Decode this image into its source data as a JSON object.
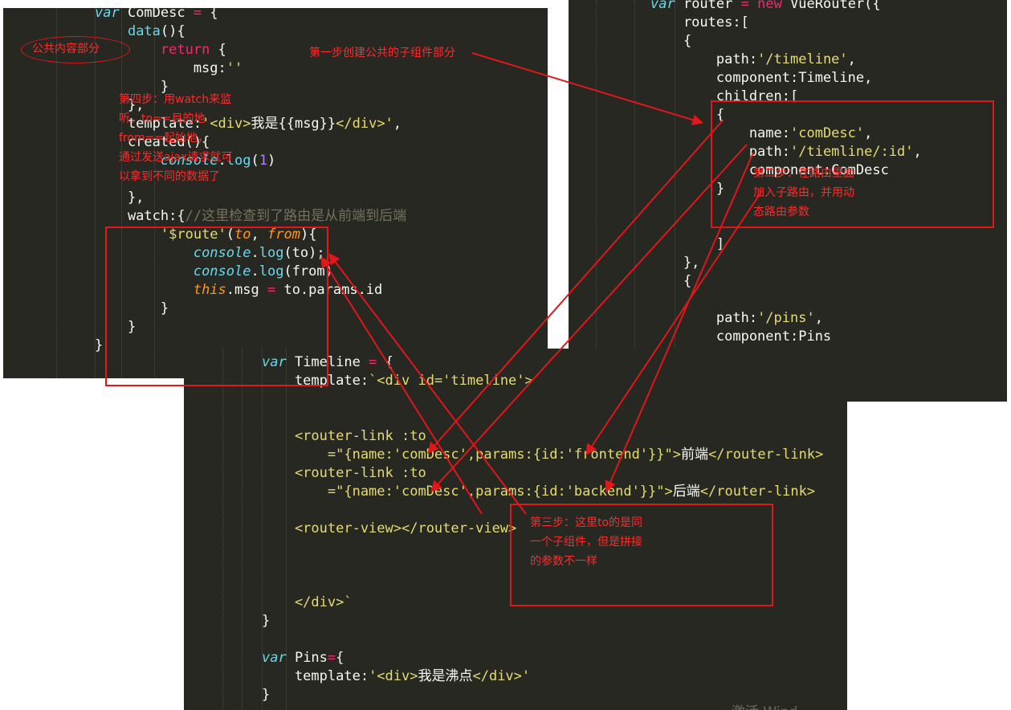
{
  "panels": {
    "comdesc": [
      [
        {
          "t": "var",
          "c": "it"
        },
        {
          "t": " ComDesc "
        },
        {
          "t": "=",
          "c": "kw"
        },
        {
          "t": " {"
        }
      ],
      [
        {
          "t": "    "
        },
        {
          "t": "data",
          "c": "fn"
        },
        {
          "t": "(){"
        }
      ],
      [
        {
          "t": "        "
        },
        {
          "t": "return",
          "c": "kw"
        },
        {
          "t": " {"
        }
      ],
      [
        {
          "t": "            msg:"
        },
        {
          "t": "''",
          "c": "st"
        }
      ],
      [
        {
          "t": "        }"
        }
      ],
      [
        {
          "t": "    },"
        }
      ],
      [
        {
          "t": "    template:"
        },
        {
          "t": "'<div>",
          "c": "st"
        },
        {
          "t": "我是{{msg}}"
        },
        {
          "t": "</div>'",
          "c": "st"
        },
        {
          "t": ","
        }
      ],
      [
        {
          "t": "    created(){"
        }
      ],
      [
        {
          "t": "        "
        },
        {
          "t": "console",
          "c": "it"
        },
        {
          "t": "."
        },
        {
          "t": "log",
          "c": "fn"
        },
        {
          "t": "("
        },
        {
          "t": "1",
          "c": "nu"
        },
        {
          "t": ")"
        }
      ],
      [
        {
          "t": ""
        }
      ],
      [
        {
          "t": "    },"
        }
      ],
      [
        {
          "t": "    watch:{"
        },
        {
          "t": "//这里检查到了路由是从前端到后端",
          "c": "cm"
        }
      ],
      [
        {
          "t": "        "
        },
        {
          "t": "'$route'",
          "c": "st"
        },
        {
          "t": "("
        },
        {
          "t": "to",
          "c": "pa"
        },
        {
          "t": ", "
        },
        {
          "t": "from",
          "c": "pa"
        },
        {
          "t": "){"
        }
      ],
      [
        {
          "t": "            "
        },
        {
          "t": "console",
          "c": "it"
        },
        {
          "t": "."
        },
        {
          "t": "log",
          "c": "fn"
        },
        {
          "t": "(to);"
        }
      ],
      [
        {
          "t": "            "
        },
        {
          "t": "console",
          "c": "it"
        },
        {
          "t": "."
        },
        {
          "t": "log",
          "c": "fn"
        },
        {
          "t": "(from)"
        }
      ],
      [
        {
          "t": "            "
        },
        {
          "t": "this",
          "c": "th"
        },
        {
          "t": ".msg "
        },
        {
          "t": "=",
          "c": "kw"
        },
        {
          "t": " to.params.id"
        }
      ],
      [
        {
          "t": "        }"
        }
      ],
      [
        {
          "t": "    }"
        }
      ],
      [
        {
          "t": "}"
        }
      ]
    ],
    "router": [
      [
        {
          "t": "var",
          "c": "it"
        },
        {
          "t": " router "
        },
        {
          "t": "=",
          "c": "kw"
        },
        {
          "t": " "
        },
        {
          "t": "new",
          "c": "kw"
        },
        {
          "t": " VueRouter({"
        }
      ],
      [
        {
          "t": "    routes:["
        }
      ],
      [
        {
          "t": "    {"
        }
      ],
      [
        {
          "t": "        path:"
        },
        {
          "t": "'/timeline'",
          "c": "st"
        },
        {
          "t": ","
        }
      ],
      [
        {
          "t": "        component:Timeline,"
        }
      ],
      [
        {
          "t": "        children:["
        }
      ],
      [
        {
          "t": "        {"
        }
      ],
      [
        {
          "t": "            name:"
        },
        {
          "t": "'comDesc'",
          "c": "st"
        },
        {
          "t": ","
        }
      ],
      [
        {
          "t": "            path:"
        },
        {
          "t": "'/tiemline/:id'",
          "c": "st"
        },
        {
          "t": ","
        }
      ],
      [
        {
          "t": "            component:ComDesc"
        }
      ],
      [
        {
          "t": "        }"
        }
      ],
      [
        {
          "t": ""
        }
      ],
      [
        {
          "t": ""
        }
      ],
      [
        {
          "t": "        ]"
        }
      ],
      [
        {
          "t": "    },"
        }
      ],
      [
        {
          "t": "    {"
        }
      ],
      [
        {
          "t": ""
        }
      ],
      [
        {
          "t": "        path:"
        },
        {
          "t": "'/pins'",
          "c": "st"
        },
        {
          "t": ","
        }
      ],
      [
        {
          "t": "        component:Pins"
        }
      ],
      [
        {
          "t": "    }"
        }
      ]
    ],
    "timeline": [
      [
        {
          "t": "var",
          "c": "it"
        },
        {
          "t": " Timeline "
        },
        {
          "t": "=",
          "c": "kw"
        },
        {
          "t": " {"
        }
      ],
      [
        {
          "t": "    template:"
        },
        {
          "t": "`<div id='timeline'>",
          "c": "st"
        }
      ],
      [
        {
          "t": ""
        }
      ],
      [
        {
          "t": ""
        }
      ],
      [
        {
          "t": "    <router-link :to",
          "c": "st"
        }
      ],
      [
        {
          "t": "        =\"{name:'comDesc',params:{id:'frontend'}}\">",
          "c": "st"
        },
        {
          "t": "前端"
        },
        {
          "t": "</router-link>",
          "c": "st"
        }
      ],
      [
        {
          "t": "    <router-link :to",
          "c": "st"
        }
      ],
      [
        {
          "t": "        =\"{name:'comDesc',params:{id:'backend'}}\">",
          "c": "st"
        },
        {
          "t": "后端"
        },
        {
          "t": "</router-link>",
          "c": "st"
        }
      ],
      [
        {
          "t": ""
        }
      ],
      [
        {
          "t": "    <router-view></router-view>",
          "c": "st"
        }
      ],
      [
        {
          "t": ""
        }
      ],
      [
        {
          "t": ""
        }
      ],
      [
        {
          "t": ""
        }
      ],
      [
        {
          "t": "    </div>`",
          "c": "st"
        }
      ],
      [
        {
          "t": "}"
        }
      ],
      [
        {
          "t": ""
        }
      ],
      [
        {
          "t": "var",
          "c": "it"
        },
        {
          "t": " Pins"
        },
        {
          "t": "=",
          "c": "kw"
        },
        {
          "t": "{"
        }
      ],
      [
        {
          "t": "    template:"
        },
        {
          "t": "'<div>",
          "c": "st"
        },
        {
          "t": "我是沸点"
        },
        {
          "t": "</div>'",
          "c": "st"
        }
      ],
      [
        {
          "t": "}"
        }
      ]
    ]
  },
  "annotations": {
    "common_label": "公共内容部分",
    "step1": "第一步创建公共的子组件部分",
    "step2": "第二步：在路由里面\n加入子路由，并用动\n态路由参数",
    "step3": "第三步：这里to的是同\n一个子组件，但是拼接\n的参数不一样",
    "step4": "第四步：用watch来监\n听，to==目的地\nfrom==起始地，\n通过发送ajax请求就可\n以拿到不同的数据了"
  },
  "watermark": "激活 Wind",
  "colors": {
    "annotation": "#e0171b",
    "editor_bg": "#272822"
  }
}
